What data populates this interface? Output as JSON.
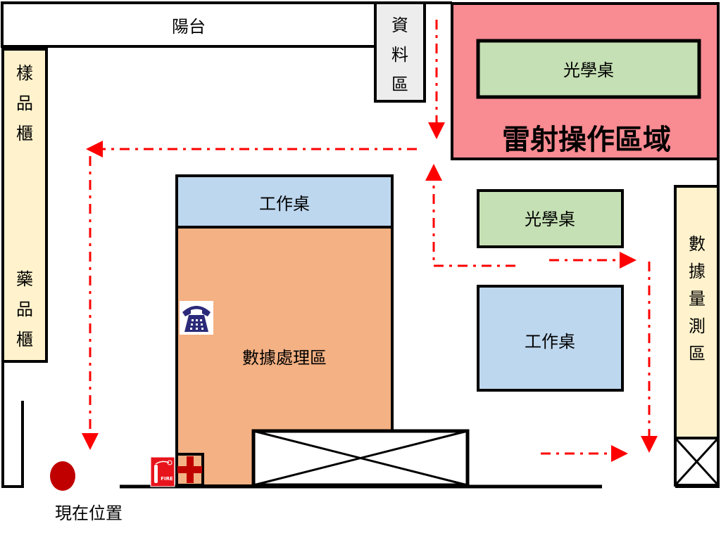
{
  "rooms": {
    "balcony": "陽台",
    "archive": [
      "資",
      "料",
      "區"
    ],
    "sample_cabinet": [
      "樣",
      "品",
      "櫃"
    ],
    "chem_cabinet": [
      "藥",
      "品",
      "櫃"
    ],
    "laser_area": "雷射操作區域",
    "optical_table_1": "光學桌",
    "optical_table_2": "光學桌",
    "workbench_1": "工作桌",
    "workbench_2": "工作桌",
    "data_processing": "數據處理區",
    "measurement": [
      "數",
      "據",
      "量",
      "測",
      "區"
    ]
  },
  "marker": {
    "current_location": "現在位置"
  },
  "icons": {
    "phone": "telephone-icon",
    "fire": "fire-extinguisher-icon",
    "firstaid": "first-aid-icon"
  },
  "fire_sign_text": "FIRE",
  "colors": {
    "laser": "#F98B92",
    "optical": "#C5E0B4",
    "workbench": "#BDD7EE",
    "data": "#F4B183",
    "cabinet": "#FFF2CC",
    "archive": "#EDEDED",
    "route": "#FF0000",
    "marker": "#C00000"
  }
}
